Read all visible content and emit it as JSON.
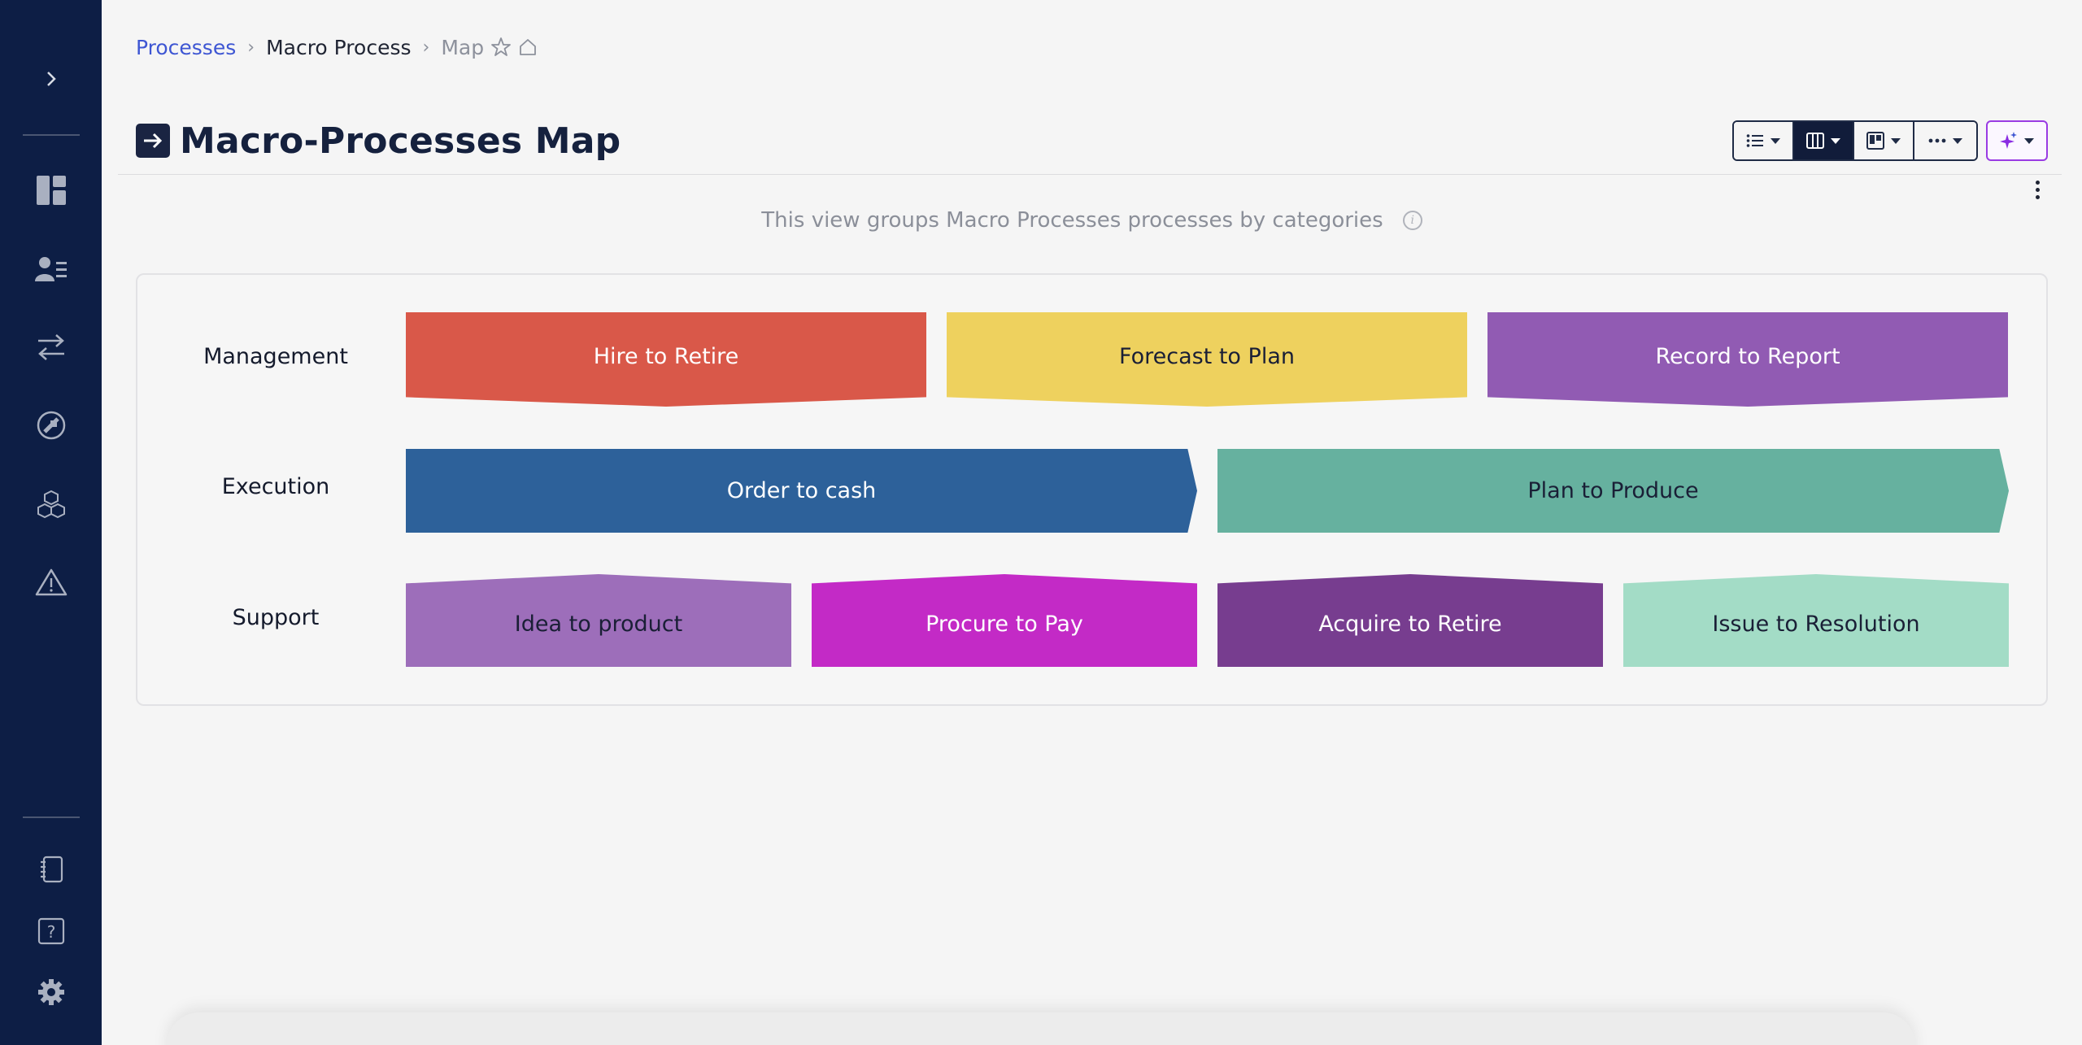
{
  "breadcrumb": {
    "items": [
      "Processes",
      "Macro Process",
      "Map"
    ],
    "separator": "›"
  },
  "page": {
    "title": "Macro-Processes Map",
    "subtitle": "This view groups Macro Processes processes by categories"
  },
  "colors": {
    "sidebar_bg": "#0d1e45",
    "accent_link": "#3e56d3",
    "ai_accent": "#9a3be3"
  },
  "icons": {
    "sidebar_top": [
      "chevron-right-icon"
    ],
    "sidebar_main": [
      "dashboard-icon",
      "users-list-icon",
      "arrows-exchange-icon",
      "plug-icon",
      "cubes-icon",
      "warning-icon"
    ],
    "sidebar_bottom": [
      "notebook-icon",
      "help-icon",
      "gear-icon"
    ]
  },
  "map": {
    "rows": [
      {
        "label": "Management",
        "processes": [
          {
            "name": "Hire to Retire",
            "color": "#d95849",
            "text": "#ffffff"
          },
          {
            "name": "Forecast to Plan",
            "color": "#eed15e",
            "text": "#1a1f36"
          },
          {
            "name": "Record to Report",
            "color": "#915bb3",
            "text": "#ffffff"
          }
        ]
      },
      {
        "label": "Execution",
        "processes": [
          {
            "name": "Order to cash",
            "color": "#2d619a",
            "text": "#ffffff"
          },
          {
            "name": "Plan to Produce",
            "color": "#66b19f",
            "text": "#1a1f36"
          }
        ]
      },
      {
        "label": "Support",
        "processes": [
          {
            "name": "Idea to product",
            "color": "#9d6eba",
            "text": "#1a1f36"
          },
          {
            "name": "Procure to Pay",
            "color": "#c32ac6",
            "text": "#ffffff"
          },
          {
            "name": "Acquire to Retire",
            "color": "#773d8f",
            "text": "#ffffff"
          },
          {
            "name": "Issue to Resolution",
            "color": "#a3dcc6",
            "text": "#1a1f36"
          }
        ]
      }
    ]
  }
}
